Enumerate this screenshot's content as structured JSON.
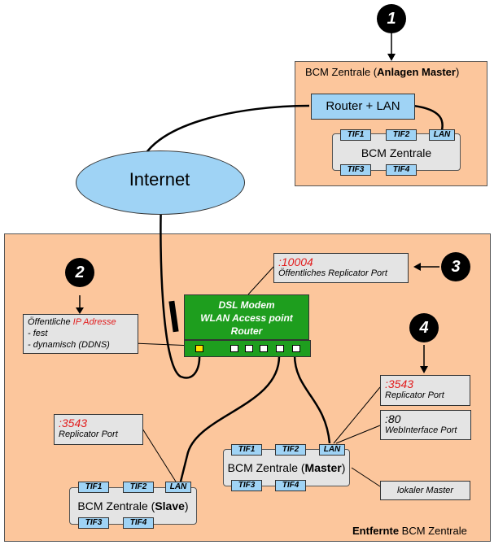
{
  "top_panel": {
    "title_prefix": "BCM Zentrale (",
    "title_bold": "Anlagen Master",
    "title_suffix": ")",
    "router_label": "Router + LAN",
    "bcm_label": "BCM Zentrale",
    "tifs": [
      "TIF1",
      "TIF2",
      "LAN",
      "TIF3",
      "TIF4"
    ]
  },
  "internet_label": "Internet",
  "bottom_panel": {
    "footer_bold": "Entfernte",
    "footer_rest": " BCM Zentrale",
    "router": {
      "line1": "DSL Modem",
      "line2": "WLAN Access point",
      "line3": "Router"
    },
    "public_port": {
      "value": ":10004",
      "label": "Öffentliches Replicator Port"
    },
    "public_ip": {
      "prefix": "Öffentliche ",
      "highlight": "IP Adresse",
      "line2": "- fest",
      "line3": "- dynamisch (DDNS)"
    },
    "slave_port": {
      "value": ":3543",
      "label": "Replicator Port"
    },
    "master_port": {
      "value": ":3543",
      "label": "Replicator Port"
    },
    "web_port": {
      "value": ":80",
      "label": "WebInterface Port"
    },
    "local_master": "lokaler Master",
    "master_bcm": {
      "prefix": "BCM Zentrale (",
      "bold": "Master",
      "suffix": ")",
      "tifs": [
        "TIF1",
        "TIF2",
        "LAN",
        "TIF3",
        "TIF4"
      ]
    },
    "slave_bcm": {
      "prefix": "BCM Zentrale (",
      "bold": "Slave",
      "suffix": ")",
      "tifs": [
        "TIF1",
        "TIF2",
        "LAN",
        "TIF3",
        "TIF4"
      ]
    }
  },
  "markers": [
    "1",
    "2",
    "3",
    "4"
  ],
  "colors": {
    "panel": "#fcc69c",
    "router_green": "#1e9e1e",
    "tif_blue": "#9fd3f5",
    "internet_blue": "#9fd3f5",
    "highlight_red": "#e21c1c"
  }
}
